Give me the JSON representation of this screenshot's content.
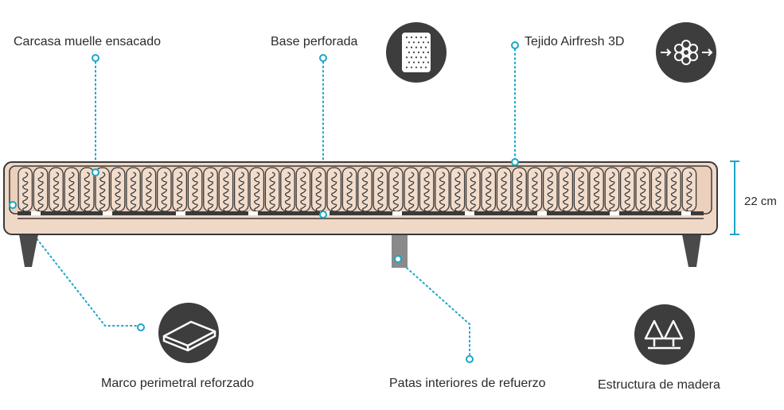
{
  "labels": {
    "pocket_spring": "Carcasa muelle ensacado",
    "perforated_base": "Base perforada",
    "airfresh_fabric": "Tejido Airfresh 3D",
    "reinforced_frame": "Marco perimetral reforzado",
    "inner_legs": "Patas interiores de refuerzo",
    "wood_structure": "Estructura de madera",
    "height": "22 cm"
  },
  "icons": {
    "perforated_base": "perforated-panel-icon",
    "airfresh_fabric": "airflow-flower-icon",
    "reinforced_frame": "frame-board-icon",
    "wood_structure": "trees-icon"
  },
  "colors": {
    "accent": "#1ba6c9",
    "outline": "#3a3a3a",
    "fill": "#f0d8c6",
    "icon_circle": "#3d3d3d",
    "leg": "#4a4a4a",
    "inner_leg": "#8a8a8a"
  }
}
